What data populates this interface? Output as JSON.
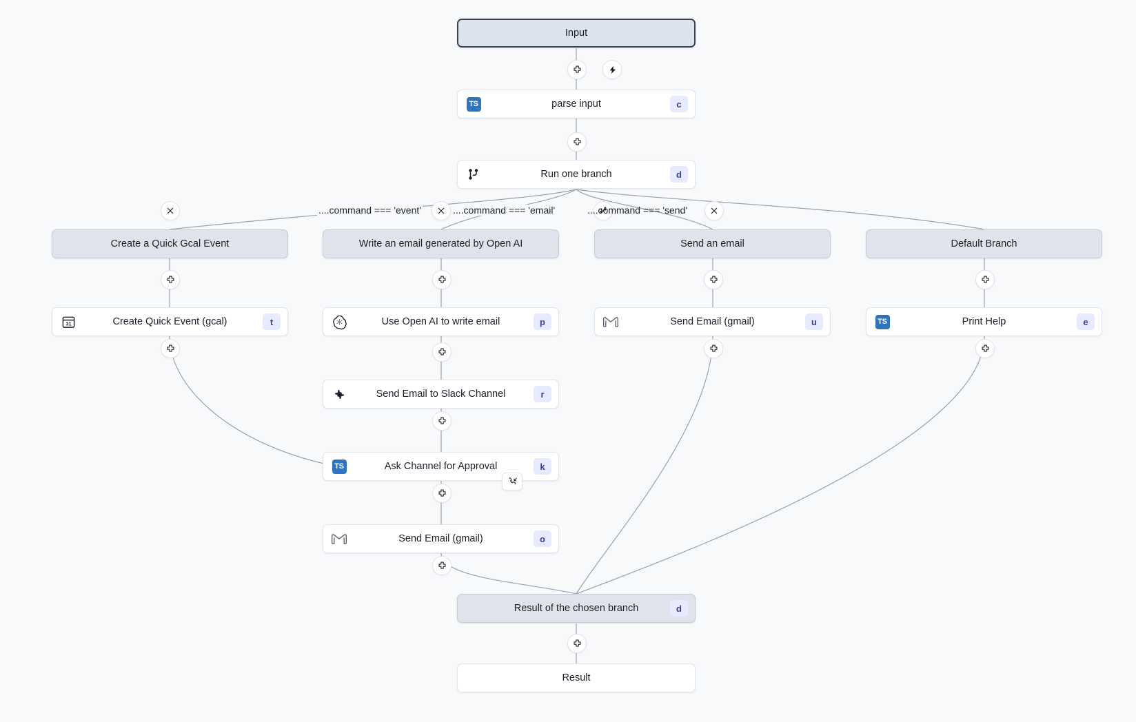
{
  "app": {
    "kind": "workflow-graph-editor",
    "background_color": "#f8f9fb"
  },
  "colors": {
    "node_bg": "#ffffff",
    "node_border": "#e2e5ea",
    "frame_bg": "#dfe4ec",
    "frame_border": "#c6cdd9",
    "selected_border": "#3c4355",
    "badge_bg": "#e8eaff",
    "badge_text": "#3a3f99",
    "ts_icon_bg": "#2f74c0",
    "edge": "#9aa1ad"
  },
  "graph": {
    "input": {
      "label": "Input"
    },
    "parse_input": {
      "label": "parse input",
      "badge": "c",
      "icon": "typescript-icon"
    },
    "branch": {
      "label": "Run one branch",
      "badge": "d",
      "icon": "branch-icon"
    },
    "conditions": [
      {
        "label": "....command === 'event'"
      },
      {
        "label": "....command === 'email'"
      },
      {
        "label": "....command === 'send'"
      }
    ],
    "branch_headers": [
      {
        "label": "Create a Quick Gcal Event"
      },
      {
        "label": "Write an email generated by Open AI"
      },
      {
        "label": "Send an email"
      },
      {
        "label": "Default Branch"
      }
    ],
    "steps": [
      {
        "label": "Create Quick Event (gcal)",
        "badge": "t",
        "icon": "calendar-icon",
        "day": "31"
      },
      {
        "label": "Use Open AI to write email",
        "badge": "p",
        "icon": "openai-icon"
      },
      {
        "label": "Send Email to Slack Channel",
        "badge": "r",
        "icon": "slack-icon"
      },
      {
        "label": "Ask Channel for Approval",
        "badge": "k",
        "icon": "typescript-icon"
      },
      {
        "label": "Send Email (gmail)",
        "badge": "o",
        "icon": "gmail-icon"
      },
      {
        "label": "Send Email (gmail)",
        "badge": "u",
        "icon": "gmail-icon"
      },
      {
        "label": "Print Help",
        "badge": "e",
        "icon": "typescript-icon"
      }
    ],
    "result_of_branch": {
      "label": "Result of the chosen branch",
      "badge": "d"
    },
    "result": {
      "label": "Result"
    }
  }
}
